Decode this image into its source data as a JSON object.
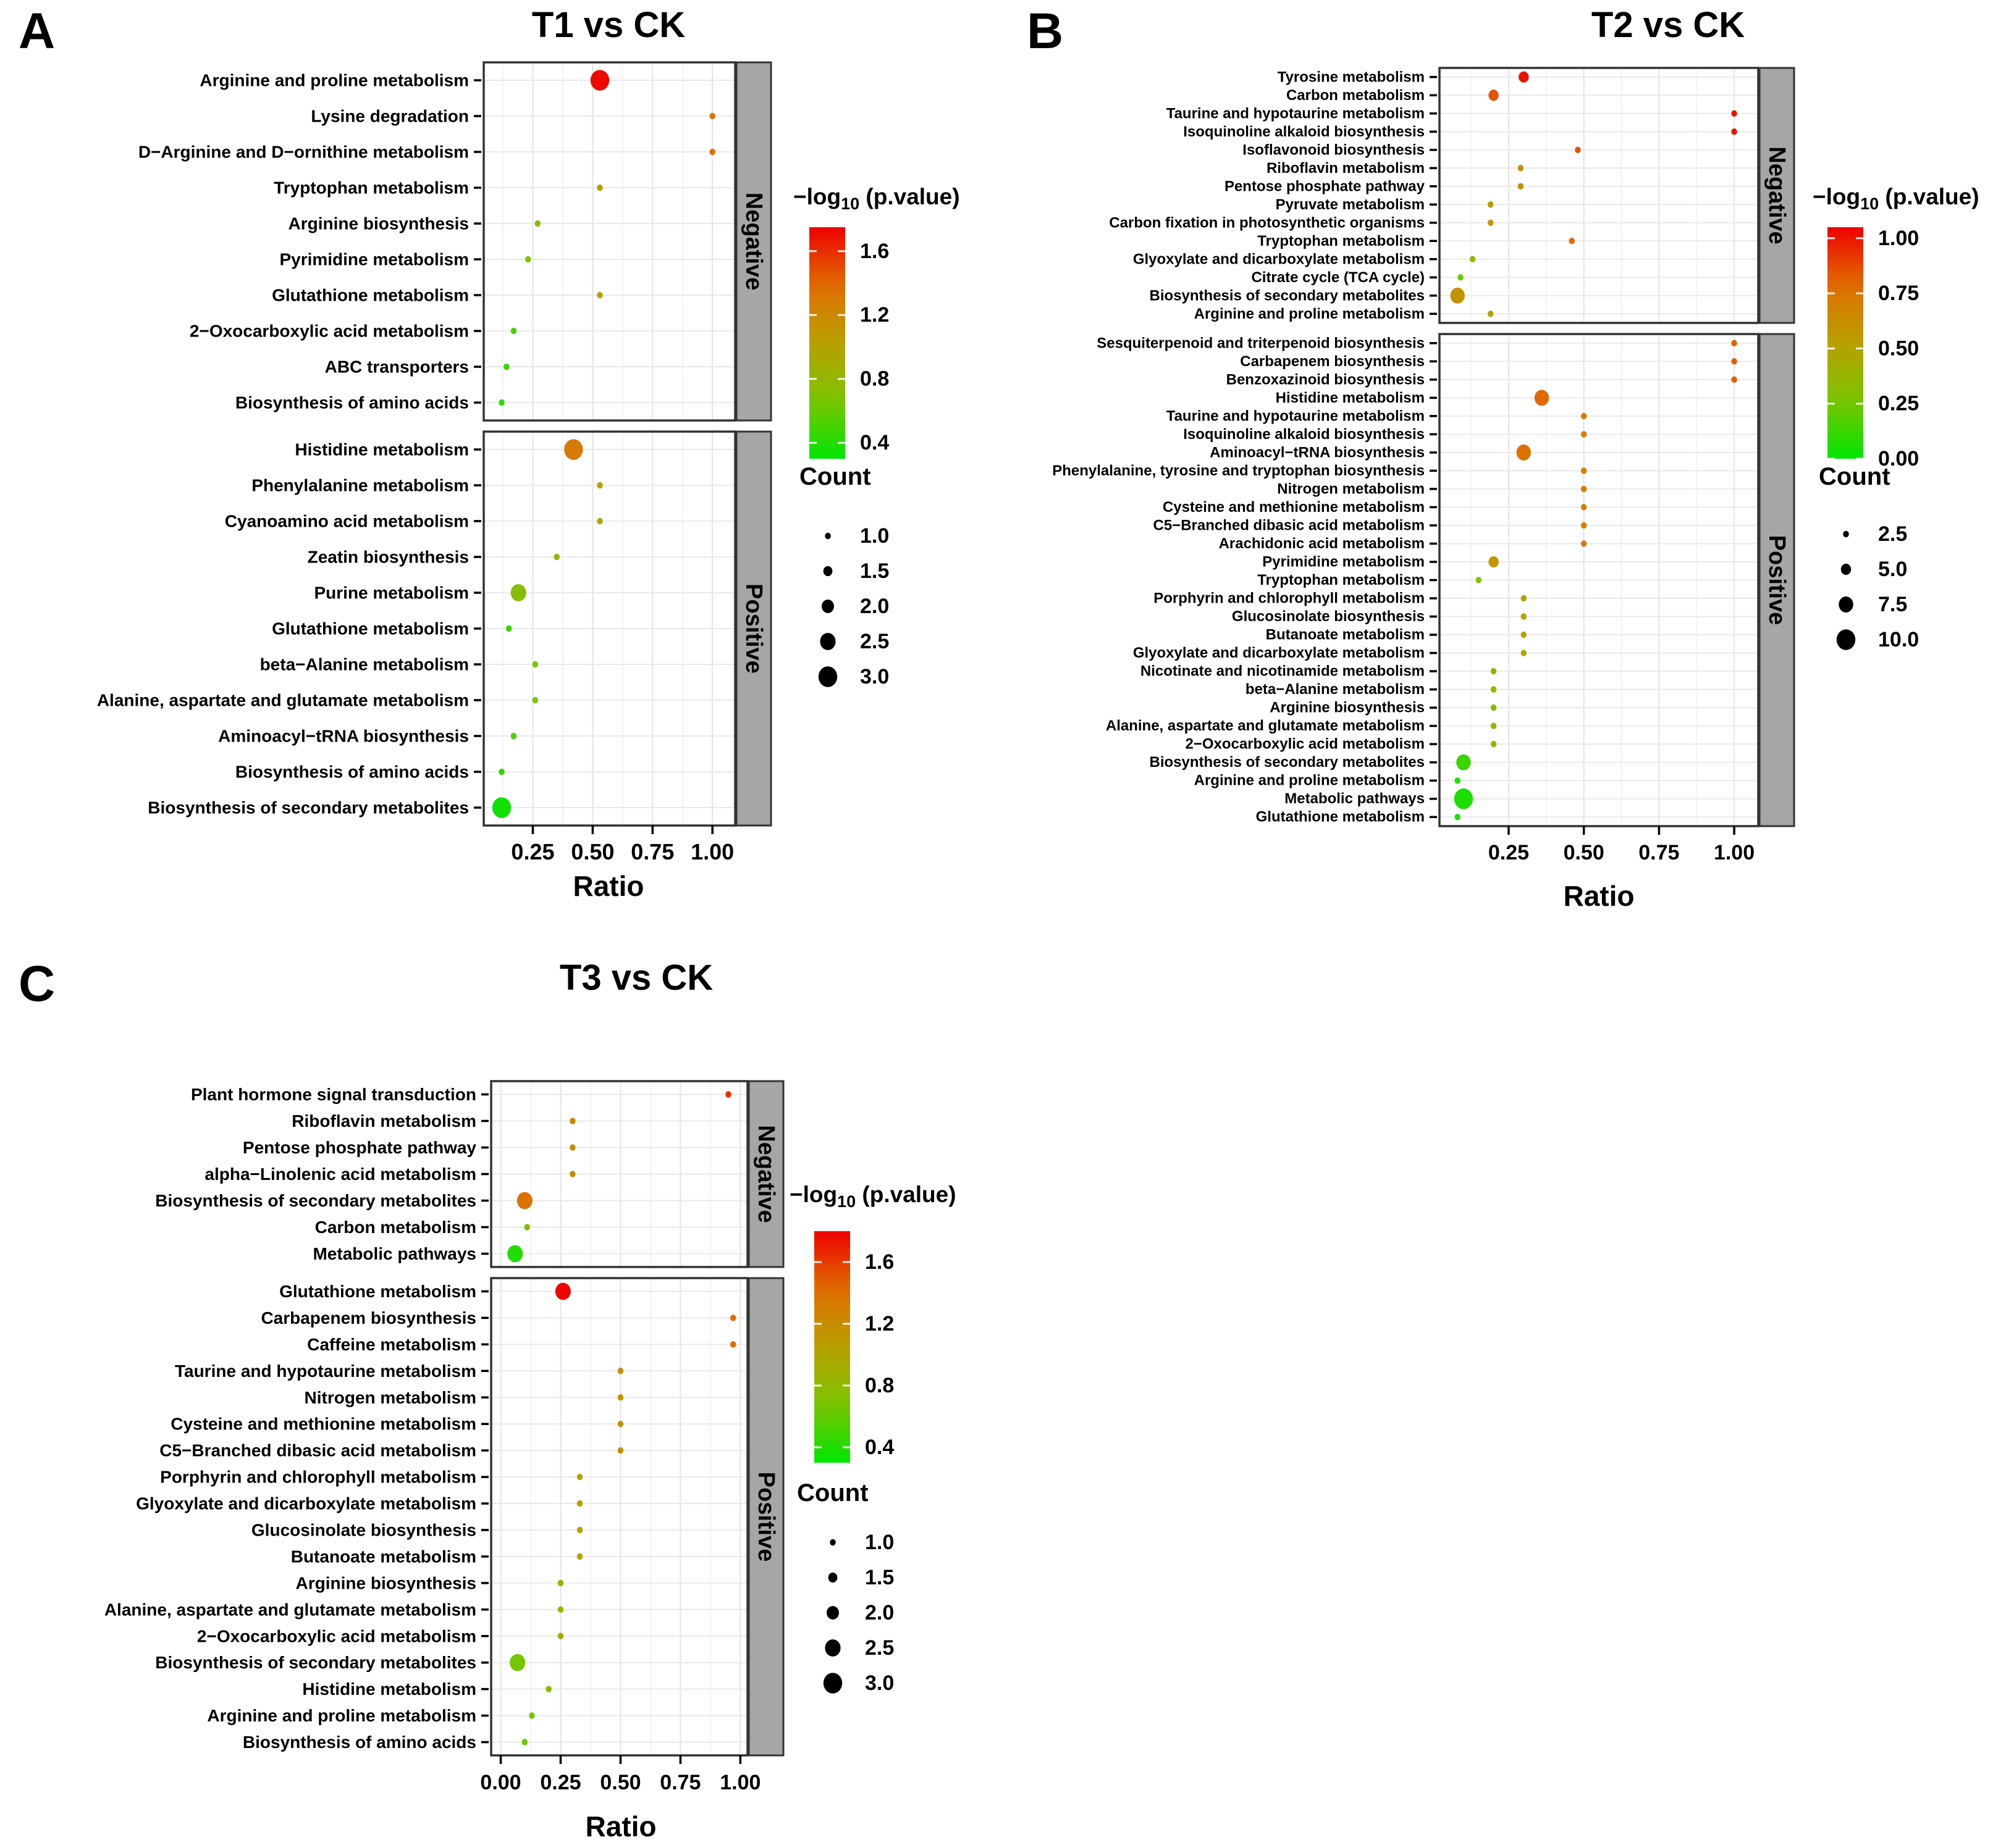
{
  "figure": {
    "background": "#ffffff"
  },
  "chart_data": [
    {
      "type": "scatter",
      "letter": "A",
      "title": "T1 vs CK",
      "xlabel": "Ratio",
      "x_ticks": [
        "0.25",
        "0.50",
        "0.75",
        "1.00"
      ],
      "x_tick_values": [
        0.25,
        0.5,
        0.75,
        1.0
      ],
      "xlim": [
        0.045,
        1.095
      ],
      "grid": true,
      "color_legend": {
        "title_prefix": "−log",
        "title_sub": "10",
        "title_suffix": " (p.value)",
        "tick_labels": [
          "1.6",
          "1.2",
          "0.8",
          "0.4"
        ],
        "tick_values": [
          1.6,
          1.2,
          0.8,
          0.4
        ],
        "domain_top": 1.75,
        "domain_bottom": 0.3,
        "color_high": "#ee0000",
        "color_low": "#00e000"
      },
      "count_legend": {
        "title": "Count",
        "labels": [
          "1.0",
          "1.5",
          "2.0",
          "2.5",
          "3.0"
        ],
        "values": [
          1,
          1.5,
          2,
          2.5,
          3
        ]
      },
      "facets": [
        {
          "name": "Negative",
          "rows": [
            {
              "label": "Arginine and proline metabolism",
              "ratio": 0.53,
              "count": 3,
              "neg_log10_pvalue": 1.72
            },
            {
              "label": "Lysine degradation",
              "ratio": 1.0,
              "count": 1,
              "neg_log10_pvalue": 1.35
            },
            {
              "label": "D−Arginine and D−ornithine metabolism",
              "ratio": 1.0,
              "count": 1,
              "neg_log10_pvalue": 1.35
            },
            {
              "label": "Tryptophan metabolism",
              "ratio": 0.53,
              "count": 1,
              "neg_log10_pvalue": 1.02
            },
            {
              "label": "Arginine biosynthesis",
              "ratio": 0.27,
              "count": 1,
              "neg_log10_pvalue": 0.73
            },
            {
              "label": "Pyrimidine metabolism",
              "ratio": 0.23,
              "count": 1,
              "neg_log10_pvalue": 0.69
            },
            {
              "label": "Glutathione metabolism",
              "ratio": 0.53,
              "count": 1,
              "neg_log10_pvalue": 1.0
            },
            {
              "label": "2−Oxocarboxylic acid metabolism",
              "ratio": 0.17,
              "count": 1,
              "neg_log10_pvalue": 0.52
            },
            {
              "label": "ABC transporters",
              "ratio": 0.14,
              "count": 1,
              "neg_log10_pvalue": 0.46
            },
            {
              "label": "Biosynthesis of amino acids",
              "ratio": 0.12,
              "count": 1,
              "neg_log10_pvalue": 0.44
            }
          ]
        },
        {
          "name": "Positive",
          "rows": [
            {
              "label": "Histidine metabolism",
              "ratio": 0.42,
              "count": 3,
              "neg_log10_pvalue": 1.3
            },
            {
              "label": "Phenylalanine metabolism",
              "ratio": 0.53,
              "count": 1,
              "neg_log10_pvalue": 1.0
            },
            {
              "label": "Cyanoamino acid metabolism",
              "ratio": 0.53,
              "count": 1,
              "neg_log10_pvalue": 1.0
            },
            {
              "label": "Zeatin biosynthesis",
              "ratio": 0.35,
              "count": 1,
              "neg_log10_pvalue": 0.8
            },
            {
              "label": "Purine metabolism",
              "ratio": 0.19,
              "count": 2.5,
              "neg_log10_pvalue": 0.73
            },
            {
              "label": "Glutathione metabolism",
              "ratio": 0.15,
              "count": 1,
              "neg_log10_pvalue": 0.48
            },
            {
              "label": "beta−Alanine metabolism",
              "ratio": 0.26,
              "count": 1,
              "neg_log10_pvalue": 0.66
            },
            {
              "label": "Alanine, aspartate and glutamate metabolism",
              "ratio": 0.26,
              "count": 1,
              "neg_log10_pvalue": 0.66
            },
            {
              "label": "Aminoacyl−tRNA biosynthesis",
              "ratio": 0.17,
              "count": 1,
              "neg_log10_pvalue": 0.52
            },
            {
              "label": "Biosynthesis of amino acids",
              "ratio": 0.12,
              "count": 1,
              "neg_log10_pvalue": 0.45
            },
            {
              "label": "Biosynthesis of secondary metabolites",
              "ratio": 0.12,
              "count": 3,
              "neg_log10_pvalue": 0.34
            }
          ]
        }
      ]
    },
    {
      "type": "scatter",
      "letter": "B",
      "title": "T2 vs CK",
      "xlabel": "Ratio",
      "x_ticks": [
        "0.25",
        "0.50",
        "0.75",
        "1.00"
      ],
      "x_tick_values": [
        0.25,
        0.5,
        0.75,
        1.0
      ],
      "xlim": [
        0.02,
        1.08
      ],
      "grid": true,
      "color_legend": {
        "title_prefix": "−log",
        "title_sub": "10",
        "title_suffix": " (p.value)",
        "tick_labels": [
          "1.00",
          "0.75",
          "0.50",
          "0.25",
          "0.00"
        ],
        "tick_values": [
          1.0,
          0.75,
          0.5,
          0.25,
          0.0
        ],
        "domain_top": 1.05,
        "domain_bottom": 0.0,
        "color_high": "#ee0000",
        "color_low": "#00e000"
      },
      "count_legend": {
        "title": "Count",
        "labels": [
          "2.5",
          "5.0",
          "7.5",
          "10.0"
        ],
        "values": [
          2.5,
          5,
          7.5,
          10
        ]
      },
      "facets": [
        {
          "name": "Negative",
          "rows": [
            {
              "label": "Tyrosine metabolism",
              "ratio": 0.3,
              "count": 5,
              "neg_log10_pvalue": 1.0
            },
            {
              "label": "Carbon metabolism",
              "ratio": 0.2,
              "count": 5,
              "neg_log10_pvalue": 0.85
            },
            {
              "label": "Taurine and hypotaurine metabolism",
              "ratio": 1.0,
              "count": 2.5,
              "neg_log10_pvalue": 1.0
            },
            {
              "label": "Isoquinoline alkaloid biosynthesis",
              "ratio": 1.0,
              "count": 2.5,
              "neg_log10_pvalue": 1.0
            },
            {
              "label": "Isoflavonoid biosynthesis",
              "ratio": 0.48,
              "count": 2.5,
              "neg_log10_pvalue": 0.85
            },
            {
              "label": "Riboflavin metabolism",
              "ratio": 0.29,
              "count": 2.5,
              "neg_log10_pvalue": 0.6
            },
            {
              "label": "Pentose phosphate pathway",
              "ratio": 0.29,
              "count": 2.5,
              "neg_log10_pvalue": 0.6
            },
            {
              "label": "Pyruvate metabolism",
              "ratio": 0.19,
              "count": 2.5,
              "neg_log10_pvalue": 0.55
            },
            {
              "label": "Carbon fixation in photosynthetic organisms",
              "ratio": 0.19,
              "count": 2.5,
              "neg_log10_pvalue": 0.55
            },
            {
              "label": "Tryptophan metabolism",
              "ratio": 0.46,
              "count": 2.5,
              "neg_log10_pvalue": 0.8
            },
            {
              "label": "Glyoxylate and dicarboxylate metabolism",
              "ratio": 0.13,
              "count": 2.5,
              "neg_log10_pvalue": 0.35
            },
            {
              "label": "Citrate cycle (TCA cycle)",
              "ratio": 0.09,
              "count": 2.5,
              "neg_log10_pvalue": 0.22
            },
            {
              "label": "Biosynthesis of secondary metabolites",
              "ratio": 0.08,
              "count": 7.5,
              "neg_log10_pvalue": 0.6
            },
            {
              "label": "Arginine and proline metabolism",
              "ratio": 0.19,
              "count": 2.5,
              "neg_log10_pvalue": 0.5
            }
          ]
        },
        {
          "name": "Positive",
          "rows": [
            {
              "label": "Sesquiterpenoid and triterpenoid biosynthesis",
              "ratio": 1.0,
              "count": 2.5,
              "neg_log10_pvalue": 0.82
            },
            {
              "label": "Carbapenem biosynthesis",
              "ratio": 1.0,
              "count": 2.5,
              "neg_log10_pvalue": 0.82
            },
            {
              "label": "Benzoxazinoid biosynthesis",
              "ratio": 1.0,
              "count": 2.5,
              "neg_log10_pvalue": 0.82
            },
            {
              "label": "Histidine metabolism",
              "ratio": 0.36,
              "count": 7.5,
              "neg_log10_pvalue": 0.8
            },
            {
              "label": "Taurine and hypotaurine metabolism",
              "ratio": 0.5,
              "count": 2.5,
              "neg_log10_pvalue": 0.7
            },
            {
              "label": "Isoquinoline alkaloid biosynthesis",
              "ratio": 0.5,
              "count": 2.5,
              "neg_log10_pvalue": 0.7
            },
            {
              "label": "Aminoacyl−tRNA biosynthesis",
              "ratio": 0.3,
              "count": 7.5,
              "neg_log10_pvalue": 0.77
            },
            {
              "label": "Phenylalanine, tyrosine and tryptophan biosynthesis",
              "ratio": 0.5,
              "count": 2.5,
              "neg_log10_pvalue": 0.7
            },
            {
              "label": "Nitrogen metabolism",
              "ratio": 0.5,
              "count": 2.5,
              "neg_log10_pvalue": 0.7
            },
            {
              "label": "Cysteine and methionine metabolism",
              "ratio": 0.5,
              "count": 2.5,
              "neg_log10_pvalue": 0.7
            },
            {
              "label": "C5−Branched dibasic acid metabolism",
              "ratio": 0.5,
              "count": 2.5,
              "neg_log10_pvalue": 0.7
            },
            {
              "label": "Arachidonic acid metabolism",
              "ratio": 0.5,
              "count": 2.5,
              "neg_log10_pvalue": 0.7
            },
            {
              "label": "Pyrimidine metabolism",
              "ratio": 0.2,
              "count": 5,
              "neg_log10_pvalue": 0.58
            },
            {
              "label": "Tryptophan metabolism",
              "ratio": 0.15,
              "count": 2.5,
              "neg_log10_pvalue": 0.28
            },
            {
              "label": "Porphyrin and chlorophyll metabolism",
              "ratio": 0.3,
              "count": 2.5,
              "neg_log10_pvalue": 0.5
            },
            {
              "label": "Glucosinolate biosynthesis",
              "ratio": 0.3,
              "count": 2.5,
              "neg_log10_pvalue": 0.5
            },
            {
              "label": "Butanoate metabolism",
              "ratio": 0.3,
              "count": 2.5,
              "neg_log10_pvalue": 0.5
            },
            {
              "label": "Glyoxylate and dicarboxylate metabolism",
              "ratio": 0.3,
              "count": 2.5,
              "neg_log10_pvalue": 0.5
            },
            {
              "label": "Nicotinate and nicotinamide metabolism",
              "ratio": 0.2,
              "count": 2.5,
              "neg_log10_pvalue": 0.33
            },
            {
              "label": "beta−Alanine metabolism",
              "ratio": 0.2,
              "count": 2.5,
              "neg_log10_pvalue": 0.33
            },
            {
              "label": "Arginine biosynthesis",
              "ratio": 0.2,
              "count": 2.5,
              "neg_log10_pvalue": 0.33
            },
            {
              "label": "Alanine, aspartate and glutamate metabolism",
              "ratio": 0.2,
              "count": 2.5,
              "neg_log10_pvalue": 0.33
            },
            {
              "label": "2−Oxocarboxylic acid metabolism",
              "ratio": 0.2,
              "count": 2.5,
              "neg_log10_pvalue": 0.33
            },
            {
              "label": "Biosynthesis of secondary metabolites",
              "ratio": 0.1,
              "count": 7.5,
              "neg_log10_pvalue": 0.12
            },
            {
              "label": "Arginine and proline metabolism",
              "ratio": 0.08,
              "count": 2.5,
              "neg_log10_pvalue": 0.06
            },
            {
              "label": "Metabolic pathways",
              "ratio": 0.1,
              "count": 10,
              "neg_log10_pvalue": 0.06
            },
            {
              "label": "Glutathione metabolism",
              "ratio": 0.08,
              "count": 2.5,
              "neg_log10_pvalue": 0.06
            }
          ]
        }
      ]
    },
    {
      "type": "scatter",
      "letter": "C",
      "title": "T3 vs CK",
      "xlabel": "Ratio",
      "x_ticks": [
        "0.00",
        "0.25",
        "0.50",
        "0.75",
        "1.00"
      ],
      "x_tick_values": [
        0.0,
        0.25,
        0.5,
        0.75,
        1.0
      ],
      "xlim": [
        -0.04,
        1.03
      ],
      "grid": true,
      "color_legend": {
        "title_prefix": "−log",
        "title_sub": "10",
        "title_suffix": " (p.value)",
        "tick_labels": [
          "1.6",
          "1.2",
          "0.8",
          "0.4"
        ],
        "tick_values": [
          1.6,
          1.2,
          0.8,
          0.4
        ],
        "domain_top": 1.8,
        "domain_bottom": 0.3,
        "color_high": "#ee0000",
        "color_low": "#00e000"
      },
      "count_legend": {
        "title": "Count",
        "labels": [
          "1.0",
          "1.5",
          "2.0",
          "2.5",
          "3.0"
        ],
        "values": [
          1,
          1.5,
          2,
          2.5,
          3
        ]
      },
      "facets": [
        {
          "name": "Negative",
          "rows": [
            {
              "label": "Plant hormone signal transduction",
              "ratio": 0.95,
              "count": 1,
              "neg_log10_pvalue": 1.65
            },
            {
              "label": "Riboflavin metabolism",
              "ratio": 0.3,
              "count": 1,
              "neg_log10_pvalue": 1.2
            },
            {
              "label": "Pentose phosphate pathway",
              "ratio": 0.3,
              "count": 1,
              "neg_log10_pvalue": 1.2
            },
            {
              "label": "alpha−Linolenic acid metabolism",
              "ratio": 0.3,
              "count": 1,
              "neg_log10_pvalue": 1.2
            },
            {
              "label": "Biosynthesis of secondary metabolites",
              "ratio": 0.1,
              "count": 2.5,
              "neg_log10_pvalue": 1.4
            },
            {
              "label": "Carbon metabolism",
              "ratio": 0.11,
              "count": 1,
              "neg_log10_pvalue": 0.75
            },
            {
              "label": "Metabolic pathways",
              "ratio": 0.06,
              "count": 2.5,
              "neg_log10_pvalue": 0.4
            }
          ]
        },
        {
          "name": "Positive",
          "rows": [
            {
              "label": "Glutathione metabolism",
              "ratio": 0.26,
              "count": 2.5,
              "neg_log10_pvalue": 1.78
            },
            {
              "label": "Carbapenem biosynthesis",
              "ratio": 0.97,
              "count": 1,
              "neg_log10_pvalue": 1.43
            },
            {
              "label": "Caffeine metabolism",
              "ratio": 0.97,
              "count": 1,
              "neg_log10_pvalue": 1.43
            },
            {
              "label": "Taurine and hypotaurine metabolism",
              "ratio": 0.5,
              "count": 1,
              "neg_log10_pvalue": 1.17
            },
            {
              "label": "Nitrogen metabolism",
              "ratio": 0.5,
              "count": 1,
              "neg_log10_pvalue": 1.17
            },
            {
              "label": "Cysteine and methionine metabolism",
              "ratio": 0.5,
              "count": 1,
              "neg_log10_pvalue": 1.17
            },
            {
              "label": "C5−Branched dibasic acid metabolism",
              "ratio": 0.5,
              "count": 1,
              "neg_log10_pvalue": 1.17
            },
            {
              "label": "Porphyrin and chlorophyll metabolism",
              "ratio": 0.33,
              "count": 1,
              "neg_log10_pvalue": 1.02
            },
            {
              "label": "Glyoxylate and dicarboxylate metabolism",
              "ratio": 0.33,
              "count": 1,
              "neg_log10_pvalue": 1.02
            },
            {
              "label": "Glucosinolate biosynthesis",
              "ratio": 0.33,
              "count": 1,
              "neg_log10_pvalue": 1.02
            },
            {
              "label": "Butanoate metabolism",
              "ratio": 0.33,
              "count": 1,
              "neg_log10_pvalue": 1.02
            },
            {
              "label": "Arginine biosynthesis",
              "ratio": 0.25,
              "count": 1,
              "neg_log10_pvalue": 0.9
            },
            {
              "label": "Alanine, aspartate and glutamate metabolism",
              "ratio": 0.25,
              "count": 1,
              "neg_log10_pvalue": 0.9
            },
            {
              "label": "2−Oxocarboxylic acid metabolism",
              "ratio": 0.25,
              "count": 1,
              "neg_log10_pvalue": 0.9
            },
            {
              "label": "Biosynthesis of secondary metabolites",
              "ratio": 0.07,
              "count": 2.5,
              "neg_log10_pvalue": 0.65
            },
            {
              "label": "Histidine metabolism",
              "ratio": 0.2,
              "count": 1,
              "neg_log10_pvalue": 0.75
            },
            {
              "label": "Arginine and proline metabolism",
              "ratio": 0.13,
              "count": 1,
              "neg_log10_pvalue": 0.66
            },
            {
              "label": "Biosynthesis of amino acids",
              "ratio": 0.1,
              "count": 1,
              "neg_log10_pvalue": 0.62
            }
          ]
        }
      ]
    }
  ]
}
